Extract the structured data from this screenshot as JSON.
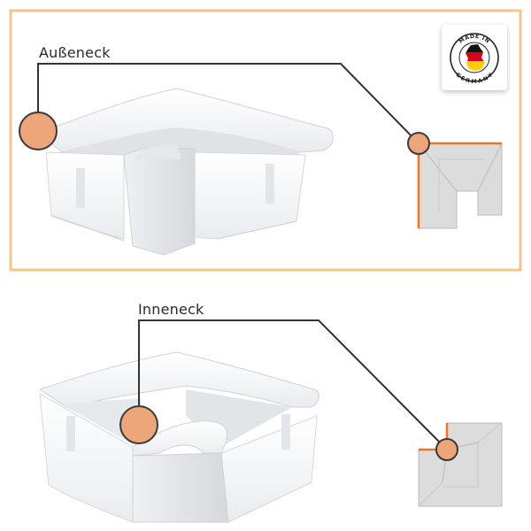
{
  "labels": {
    "outer_corner": "Außeneck",
    "inner_corner": "Inneneck"
  },
  "badge": {
    "text_top": "MADE IN",
    "text_bottom": "GERMANY",
    "icon": "germany-map-icon"
  },
  "colors": {
    "frame": "#f2c58f",
    "marker_fill": "#eda57a",
    "marker_stroke": "#3a3a3a",
    "leader_line": "#333333",
    "edge_highlight": "#e8762a",
    "flag_black": "#111111",
    "flag_red": "#d9001b",
    "flag_gold": "#ffcc00"
  }
}
